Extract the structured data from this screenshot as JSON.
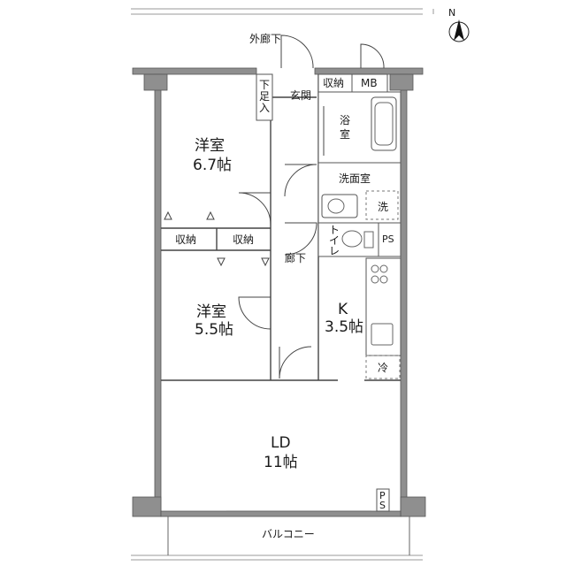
{
  "rooms": {
    "western_room_1": {
      "name": "洋室",
      "size": "6.7帖"
    },
    "western_room_2": {
      "name": "洋室",
      "size": "5.5帖"
    },
    "kitchen": {
      "name": "K",
      "size": "3.5帖"
    },
    "living_dining": {
      "name": "LD",
      "size": "11帖"
    },
    "bathroom": "浴\n室",
    "washroom": "洗面室",
    "toilet": "トイレ",
    "entrance": "玄関",
    "hallway": "廊下"
  },
  "labels": {
    "outer_corridor": "外廊下",
    "balcony": "バルコニー",
    "shoe_storage": "下足入",
    "storage_top": "収納",
    "meter_box": "MB",
    "storage_left": "収納",
    "storage_right": "収納",
    "pipe_space_toilet": "PS",
    "pipe_space_ld": "PS",
    "washer": "洗",
    "fridge": "冷",
    "north": "N"
  }
}
